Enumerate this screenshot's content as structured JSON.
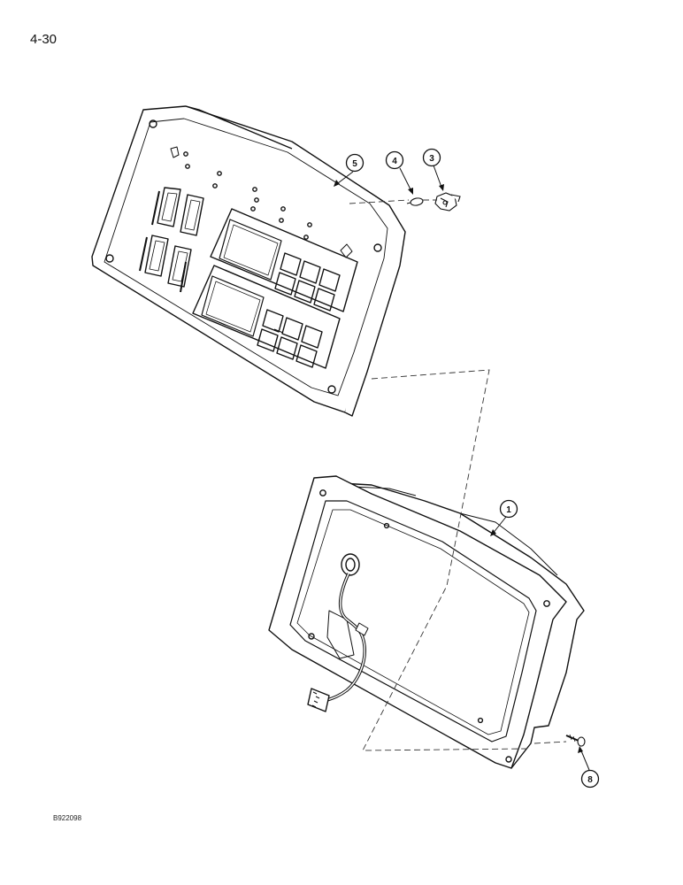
{
  "page": {
    "page_number": "4-30",
    "figure_id": "B922098"
  },
  "callouts": [
    {
      "id": "callout-1",
      "label": "1"
    },
    {
      "id": "callout-3",
      "label": "3"
    },
    {
      "id": "callout-4",
      "label": "4"
    },
    {
      "id": "callout-5",
      "label": "5"
    },
    {
      "id": "callout-8",
      "label": "8"
    }
  ],
  "parts": {
    "cover": "instrument-panel-cover",
    "housing": "instrument-housing",
    "bulb": "bulb",
    "socket": "bulb-socket",
    "screw": "screw"
  }
}
